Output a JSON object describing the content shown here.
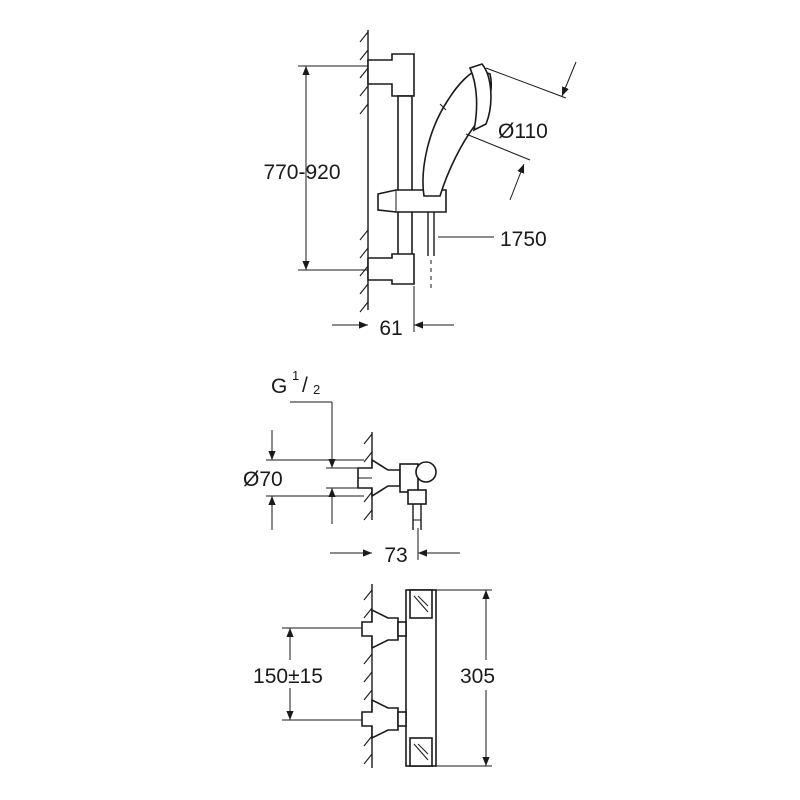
{
  "dimensions": {
    "rail_height": "770-920",
    "head_diameter": "Ø110",
    "hose_length": "1750",
    "rail_depth": "61",
    "thread_label": "G",
    "thread_num": "1",
    "thread_den": "2",
    "flange_diameter": "Ø70",
    "mixer_depth": "73",
    "connection_spacing": "150±15",
    "mixer_length": "305"
  }
}
